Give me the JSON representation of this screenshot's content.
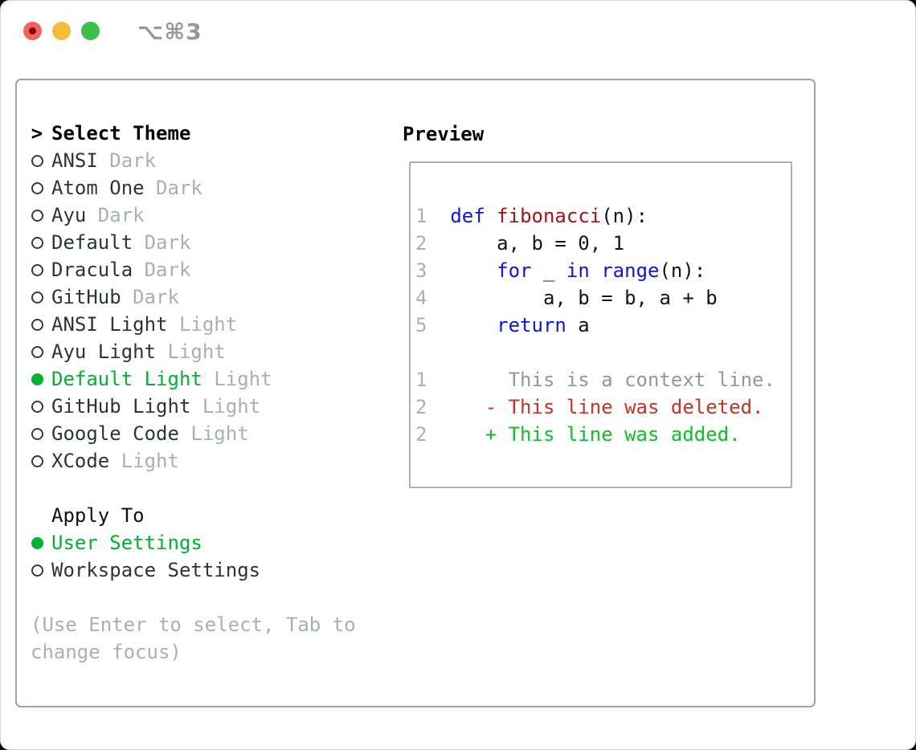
{
  "titlebar": {
    "shortcut": "⌥⌘3",
    "lights": [
      {
        "name": "close-light",
        "color": "#f4635b"
      },
      {
        "name": "minimize-light",
        "color": "#f6bd38"
      },
      {
        "name": "zoom-light",
        "color": "#39c14b"
      }
    ]
  },
  "theme_picker": {
    "pointer": ">",
    "title": "Select Theme",
    "items": [
      {
        "name": "ANSI",
        "tag": "Dark",
        "selected": false
      },
      {
        "name": "Atom One",
        "tag": "Dark",
        "selected": false
      },
      {
        "name": "Ayu",
        "tag": "Dark",
        "selected": false
      },
      {
        "name": "Default",
        "tag": "Dark",
        "selected": false
      },
      {
        "name": "Dracula",
        "tag": "Dark",
        "selected": false
      },
      {
        "name": "GitHub",
        "tag": "Dark",
        "selected": false
      },
      {
        "name": "ANSI Light",
        "tag": "Light",
        "selected": false
      },
      {
        "name": "Ayu Light",
        "tag": "Light",
        "selected": false
      },
      {
        "name": "Default Light",
        "tag": "Light",
        "selected": true
      },
      {
        "name": "GitHub Light",
        "tag": "Light",
        "selected": false
      },
      {
        "name": "Google Code",
        "tag": "Light",
        "selected": false
      },
      {
        "name": "XCode",
        "tag": "Light",
        "selected": false
      }
    ],
    "apply_to": {
      "title": "Apply To",
      "options": [
        {
          "name": "User Settings",
          "selected": true
        },
        {
          "name": "Workspace Settings",
          "selected": false
        }
      ]
    },
    "hint": "(Use Enter to select, Tab to change focus)"
  },
  "preview": {
    "title": "Preview",
    "lines": [
      [
        [
          "num",
          "1"
        ],
        [
          "plain",
          "  "
        ],
        [
          "kw",
          "def"
        ],
        [
          "plain",
          " "
        ],
        [
          "fn",
          "fibonacci"
        ],
        [
          "plain",
          "(n):"
        ]
      ],
      [
        [
          "num",
          "2"
        ],
        [
          "plain",
          "      a, b = 0, 1"
        ]
      ],
      [
        [
          "num",
          "3"
        ],
        [
          "plain",
          "      "
        ],
        [
          "kw",
          "for"
        ],
        [
          "plain",
          " _ "
        ],
        [
          "kw",
          "in"
        ],
        [
          "plain",
          " "
        ],
        [
          "kw",
          "range"
        ],
        [
          "plain",
          "(n):"
        ]
      ],
      [
        [
          "num",
          "4"
        ],
        [
          "plain",
          "          a, b = b, a + b"
        ]
      ],
      [
        [
          "num",
          "5"
        ],
        [
          "plain",
          "      "
        ],
        [
          "kw",
          "return"
        ],
        [
          "plain",
          " a"
        ]
      ],
      [],
      [
        [
          "num",
          "1"
        ],
        [
          "ctx",
          "       This is a context line."
        ]
      ],
      [
        [
          "num",
          "2"
        ],
        [
          "plain",
          "     "
        ],
        [
          "del",
          "- This line was deleted."
        ]
      ],
      [
        [
          "num",
          "2"
        ],
        [
          "plain",
          "     "
        ],
        [
          "add",
          "+ This line was added."
        ]
      ]
    ]
  },
  "colors": {
    "selected_green": "#00b230",
    "keyword_blue": "#0d13ea",
    "function_red": "#a31515",
    "diff_deleted_red": "#ca3226",
    "diff_added_green": "#0fc02a",
    "muted_gray": "#a8afba",
    "panel_border": "#9aa3ae"
  }
}
